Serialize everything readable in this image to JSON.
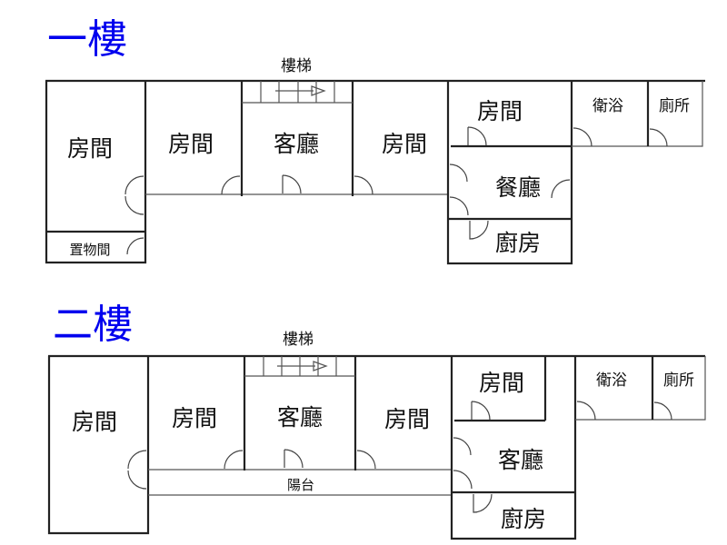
{
  "floors": [
    {
      "title": "一樓",
      "stairs": "樓梯",
      "rooms": [
        "房間",
        "房間",
        "客廳",
        "房間",
        "房間",
        "衛浴",
        "廁所",
        "餐廳",
        "廚房",
        "置物間"
      ]
    },
    {
      "title": "二樓",
      "stairs": "樓梯",
      "rooms": [
        "房間",
        "房間",
        "客廳",
        "房間",
        "房間",
        "衛浴",
        "廁所",
        "客廳",
        "廚房",
        "陽台"
      ]
    }
  ],
  "colors": {
    "title": "#0000ee",
    "wall": "#222222"
  }
}
